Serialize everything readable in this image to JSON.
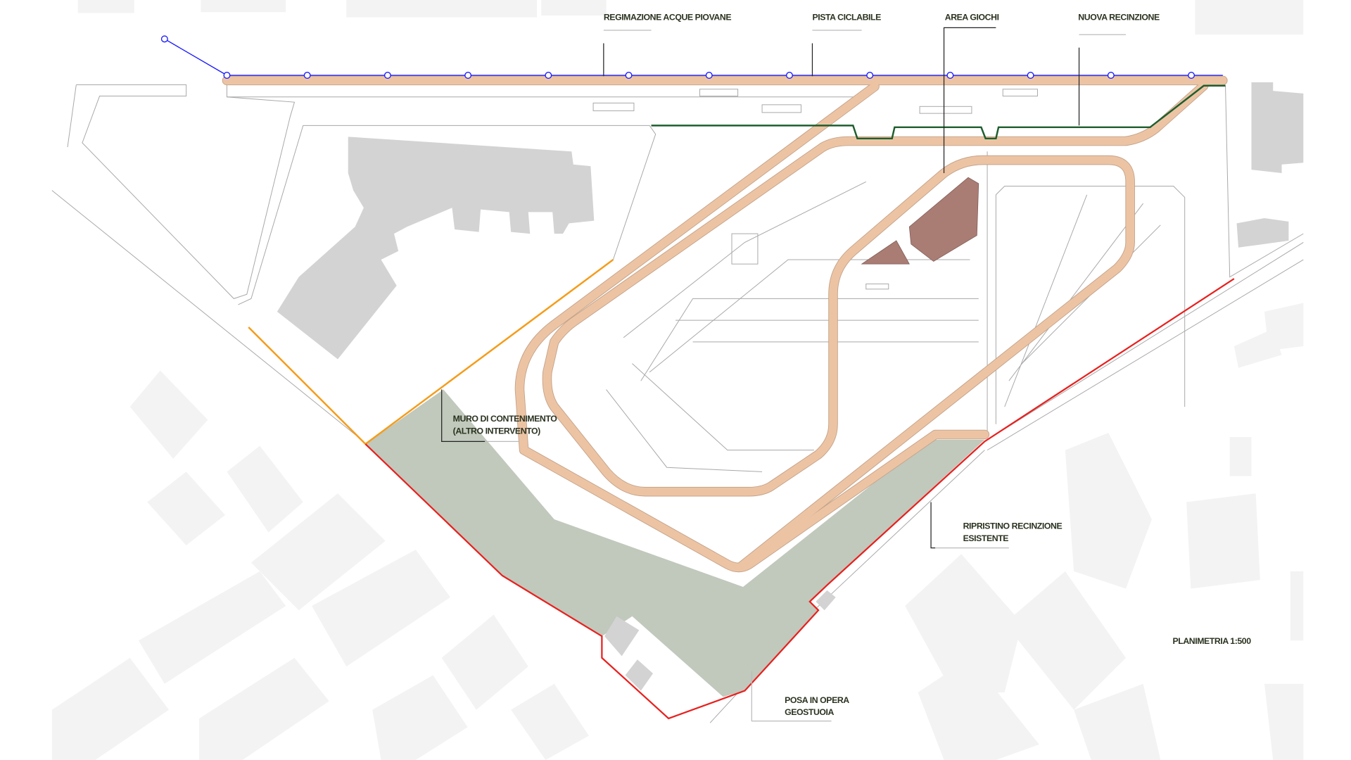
{
  "labels": {
    "rainwater": "REGIMAZIONE ACQUE PIOVANE",
    "cycle_path": "PISTA CICLABILE",
    "play_area": "AREA GIOCHI",
    "new_fence": "NUOVA RECINZIONE",
    "retaining_wall_1": "MURO DI CONTENIMENTO",
    "retaining_wall_2": "(ALTRO INTERVENTO)",
    "restore_fence_1": "RIPRISTINO RECINZIONE",
    "restore_fence_2": "ESISTENTE",
    "geomat_1": "POSA IN OPERA",
    "geomat_2": "GEOSTUOIA",
    "scale": "PLANIMETRIA 1:500"
  },
  "colors": {
    "cycle_path": "#ecc4a4",
    "drainage": "#1a1aff",
    "new_fence": "#1e5e2e",
    "retaining_wall": "#f59c1a",
    "restore_fence": "#e8201e",
    "geomat_area": "#c1c8bc",
    "play_area": "#a97c74",
    "buildings": "#d3d3d3"
  }
}
